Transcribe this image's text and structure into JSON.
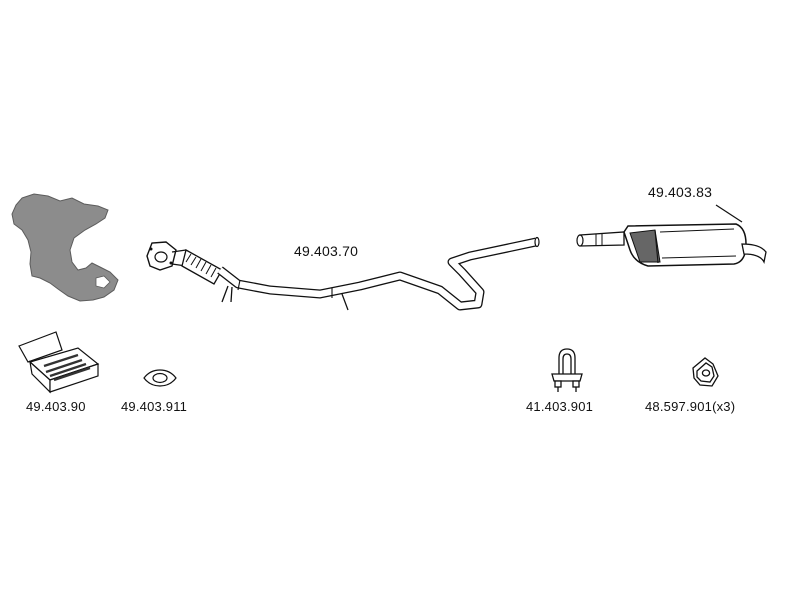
{
  "parts": {
    "front_pipe_center_section": {
      "part_number": "49.403.70",
      "icon": "exhaust-pipe"
    },
    "rear_silencer": {
      "part_number": "49.403.83",
      "icon": "muffler"
    },
    "mounting_kit": {
      "part_number": "49.403.90",
      "icon": "parts-box"
    },
    "flange_gasket": {
      "part_number": "49.403.911",
      "icon": "gasket"
    },
    "pipe_clamp": {
      "part_number": "41.403.901",
      "icon": "u-bolt-clamp"
    },
    "rubber_hanger": {
      "part_number": "48.597.901(x3)",
      "icon": "rubber-mount"
    },
    "vehicle_map": {
      "icon": "region-map-silhouette"
    }
  },
  "colors": {
    "line": "#111111",
    "fill_light": "#ffffff",
    "fill_grey": "#8c8c8c",
    "fill_dark": "#555555"
  }
}
